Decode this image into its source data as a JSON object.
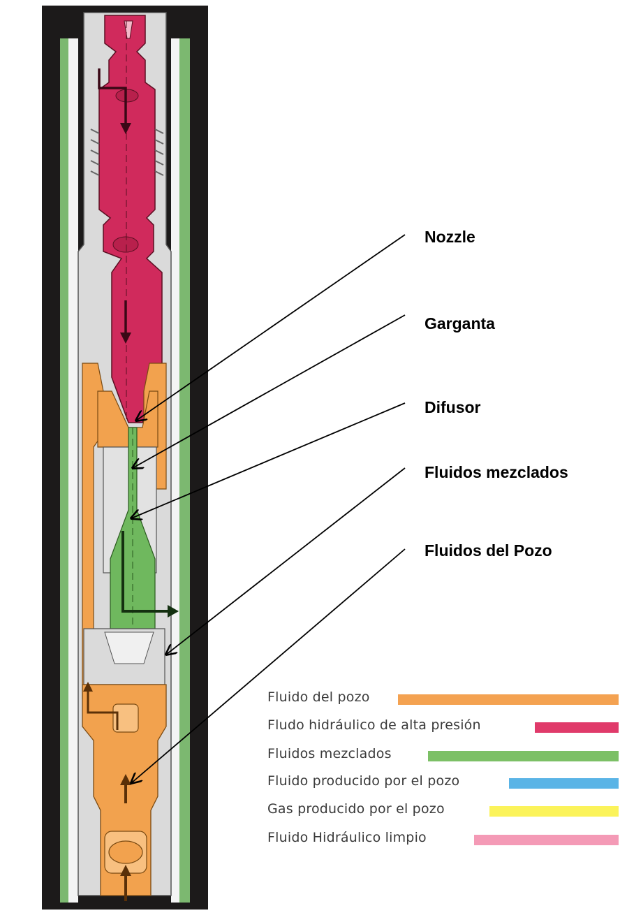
{
  "callouts": {
    "nozzle": "Nozzle",
    "garganta": "Garganta",
    "difusor": "Difusor",
    "mezclados": "Fluidos mezclados",
    "pozo": "Fluidos del Pozo"
  },
  "legend": [
    {
      "label": "Fluido del pozo",
      "color": "#f4a251"
    },
    {
      "label": "Fludo hidráulico de alta presión",
      "color": "#e03a6a"
    },
    {
      "label": "Fluidos mezclados",
      "color": "#7cc066"
    },
    {
      "label": "Fluido producido por el pozo",
      "color": "#5ab4e6"
    },
    {
      "label": "Gas producido por el pozo",
      "color": "#fbf35a"
    },
    {
      "label": "Fluido Hidráulico limpio",
      "color": "#f49ab6"
    }
  ],
  "colors": {
    "casing": "#1c1a1a",
    "annulus": "#7cb870",
    "body": "#dcdcdc",
    "steel_line": "#444444",
    "power_fluid": "#d02a5c",
    "well_fluid": "#f2a24e",
    "mixed_fluid": "#6fb85e"
  }
}
